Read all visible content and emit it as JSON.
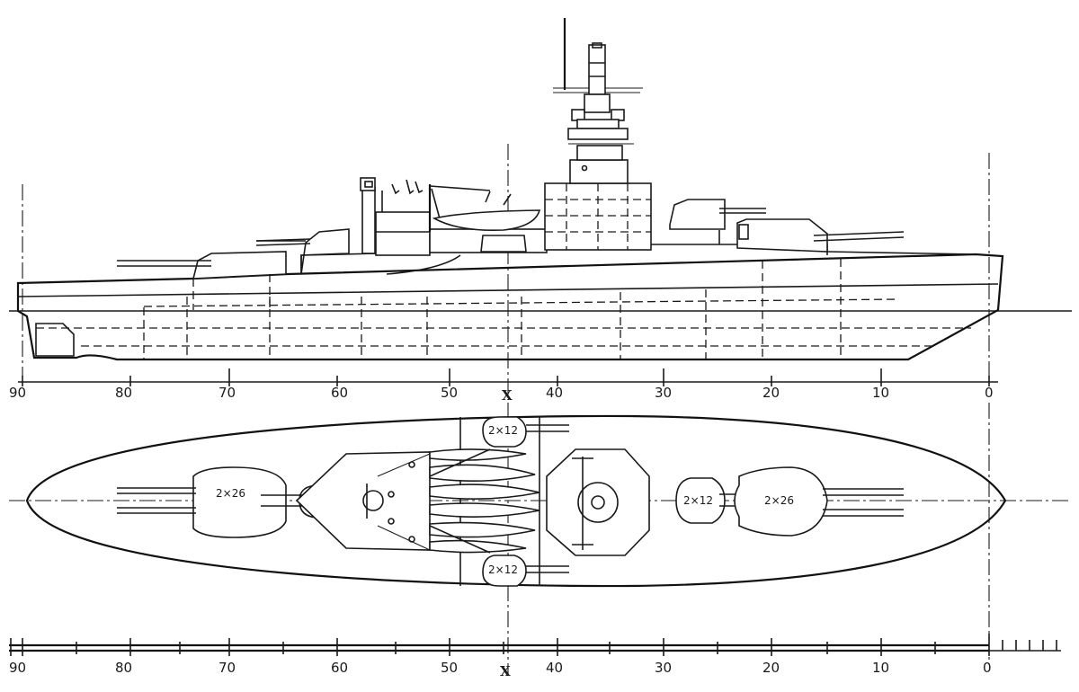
{
  "scale_top": {
    "ticks": [
      {
        "label": "90"
      },
      {
        "label": "80"
      },
      {
        "label": "70"
      },
      {
        "label": "60"
      },
      {
        "label": "50"
      },
      {
        "label": "40"
      },
      {
        "label": "30"
      },
      {
        "label": "20"
      },
      {
        "label": "10"
      },
      {
        "label": "0"
      }
    ]
  },
  "scale_bottom": {
    "ticks": [
      {
        "label": "90"
      },
      {
        "label": "80"
      },
      {
        "label": "70"
      },
      {
        "label": "60"
      },
      {
        "label": "50"
      },
      {
        "label": "40"
      },
      {
        "label": "30"
      },
      {
        "label": "20"
      },
      {
        "label": "10"
      },
      {
        "label": "0"
      }
    ]
  },
  "midship_marker": {
    "top": "X",
    "bottom": "X"
  },
  "turret_labels": {
    "aft_main": "2×26",
    "fwd_main": "2×26",
    "fwd_secondary": "2×12",
    "wing_port": "2×12",
    "wing_stbd": "2×12"
  }
}
